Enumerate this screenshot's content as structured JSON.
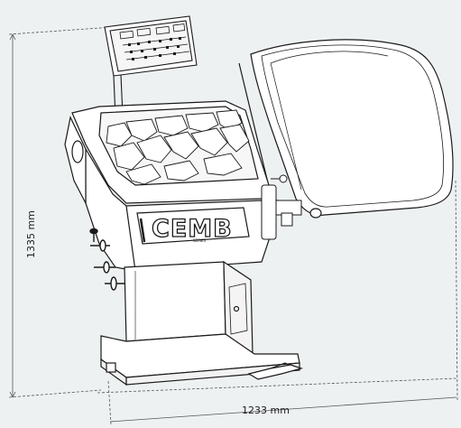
{
  "figure": {
    "height_dimension": "1335 mm",
    "width_dimension": "1233 mm"
  },
  "machine": {
    "brand": "CEMB",
    "brand_sub": "SERIES"
  },
  "colors": {
    "background": "#eef1f2",
    "line": "#1a1a1a",
    "body": "#ffffff",
    "dimension_line": "#555555"
  }
}
